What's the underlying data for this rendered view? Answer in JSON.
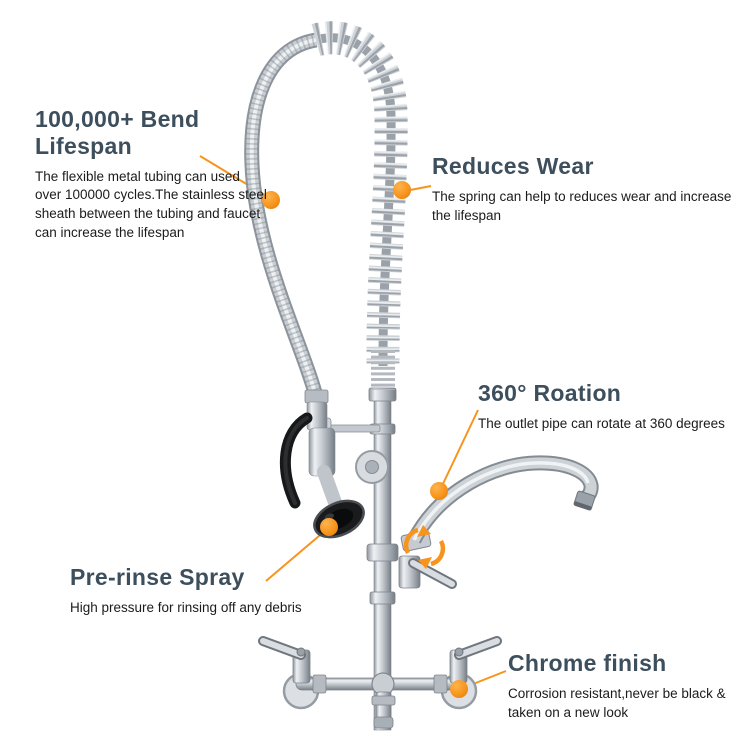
{
  "colors": {
    "accent_orange": "#F7941D",
    "heading_color": "#3D4F5C",
    "body_color": "#1B1B1B"
  },
  "callouts": [
    {
      "id": "bend-lifespan",
      "heading": "100,000+ Bend Lifespan",
      "body": "The flexible metal tubing can used over 100000 cycles.The stainless steel sheath between the tubing and faucet can increase the lifespan"
    },
    {
      "id": "reduces-wear",
      "heading": "Reduces Wear",
      "body": "The spring can help to reduces wear and increase the lifespan"
    },
    {
      "id": "rotation",
      "heading": "360° Roation",
      "body": "The outlet pipe can rotate at 360 degrees"
    },
    {
      "id": "pre-rinse-spray",
      "heading": "Pre-rinse Spray",
      "body": "High pressure for rinsing off any debris"
    },
    {
      "id": "chrome-finish",
      "heading": "Chrome finish",
      "body": "Corrosion resistant,never be black & taken on a new look"
    }
  ]
}
